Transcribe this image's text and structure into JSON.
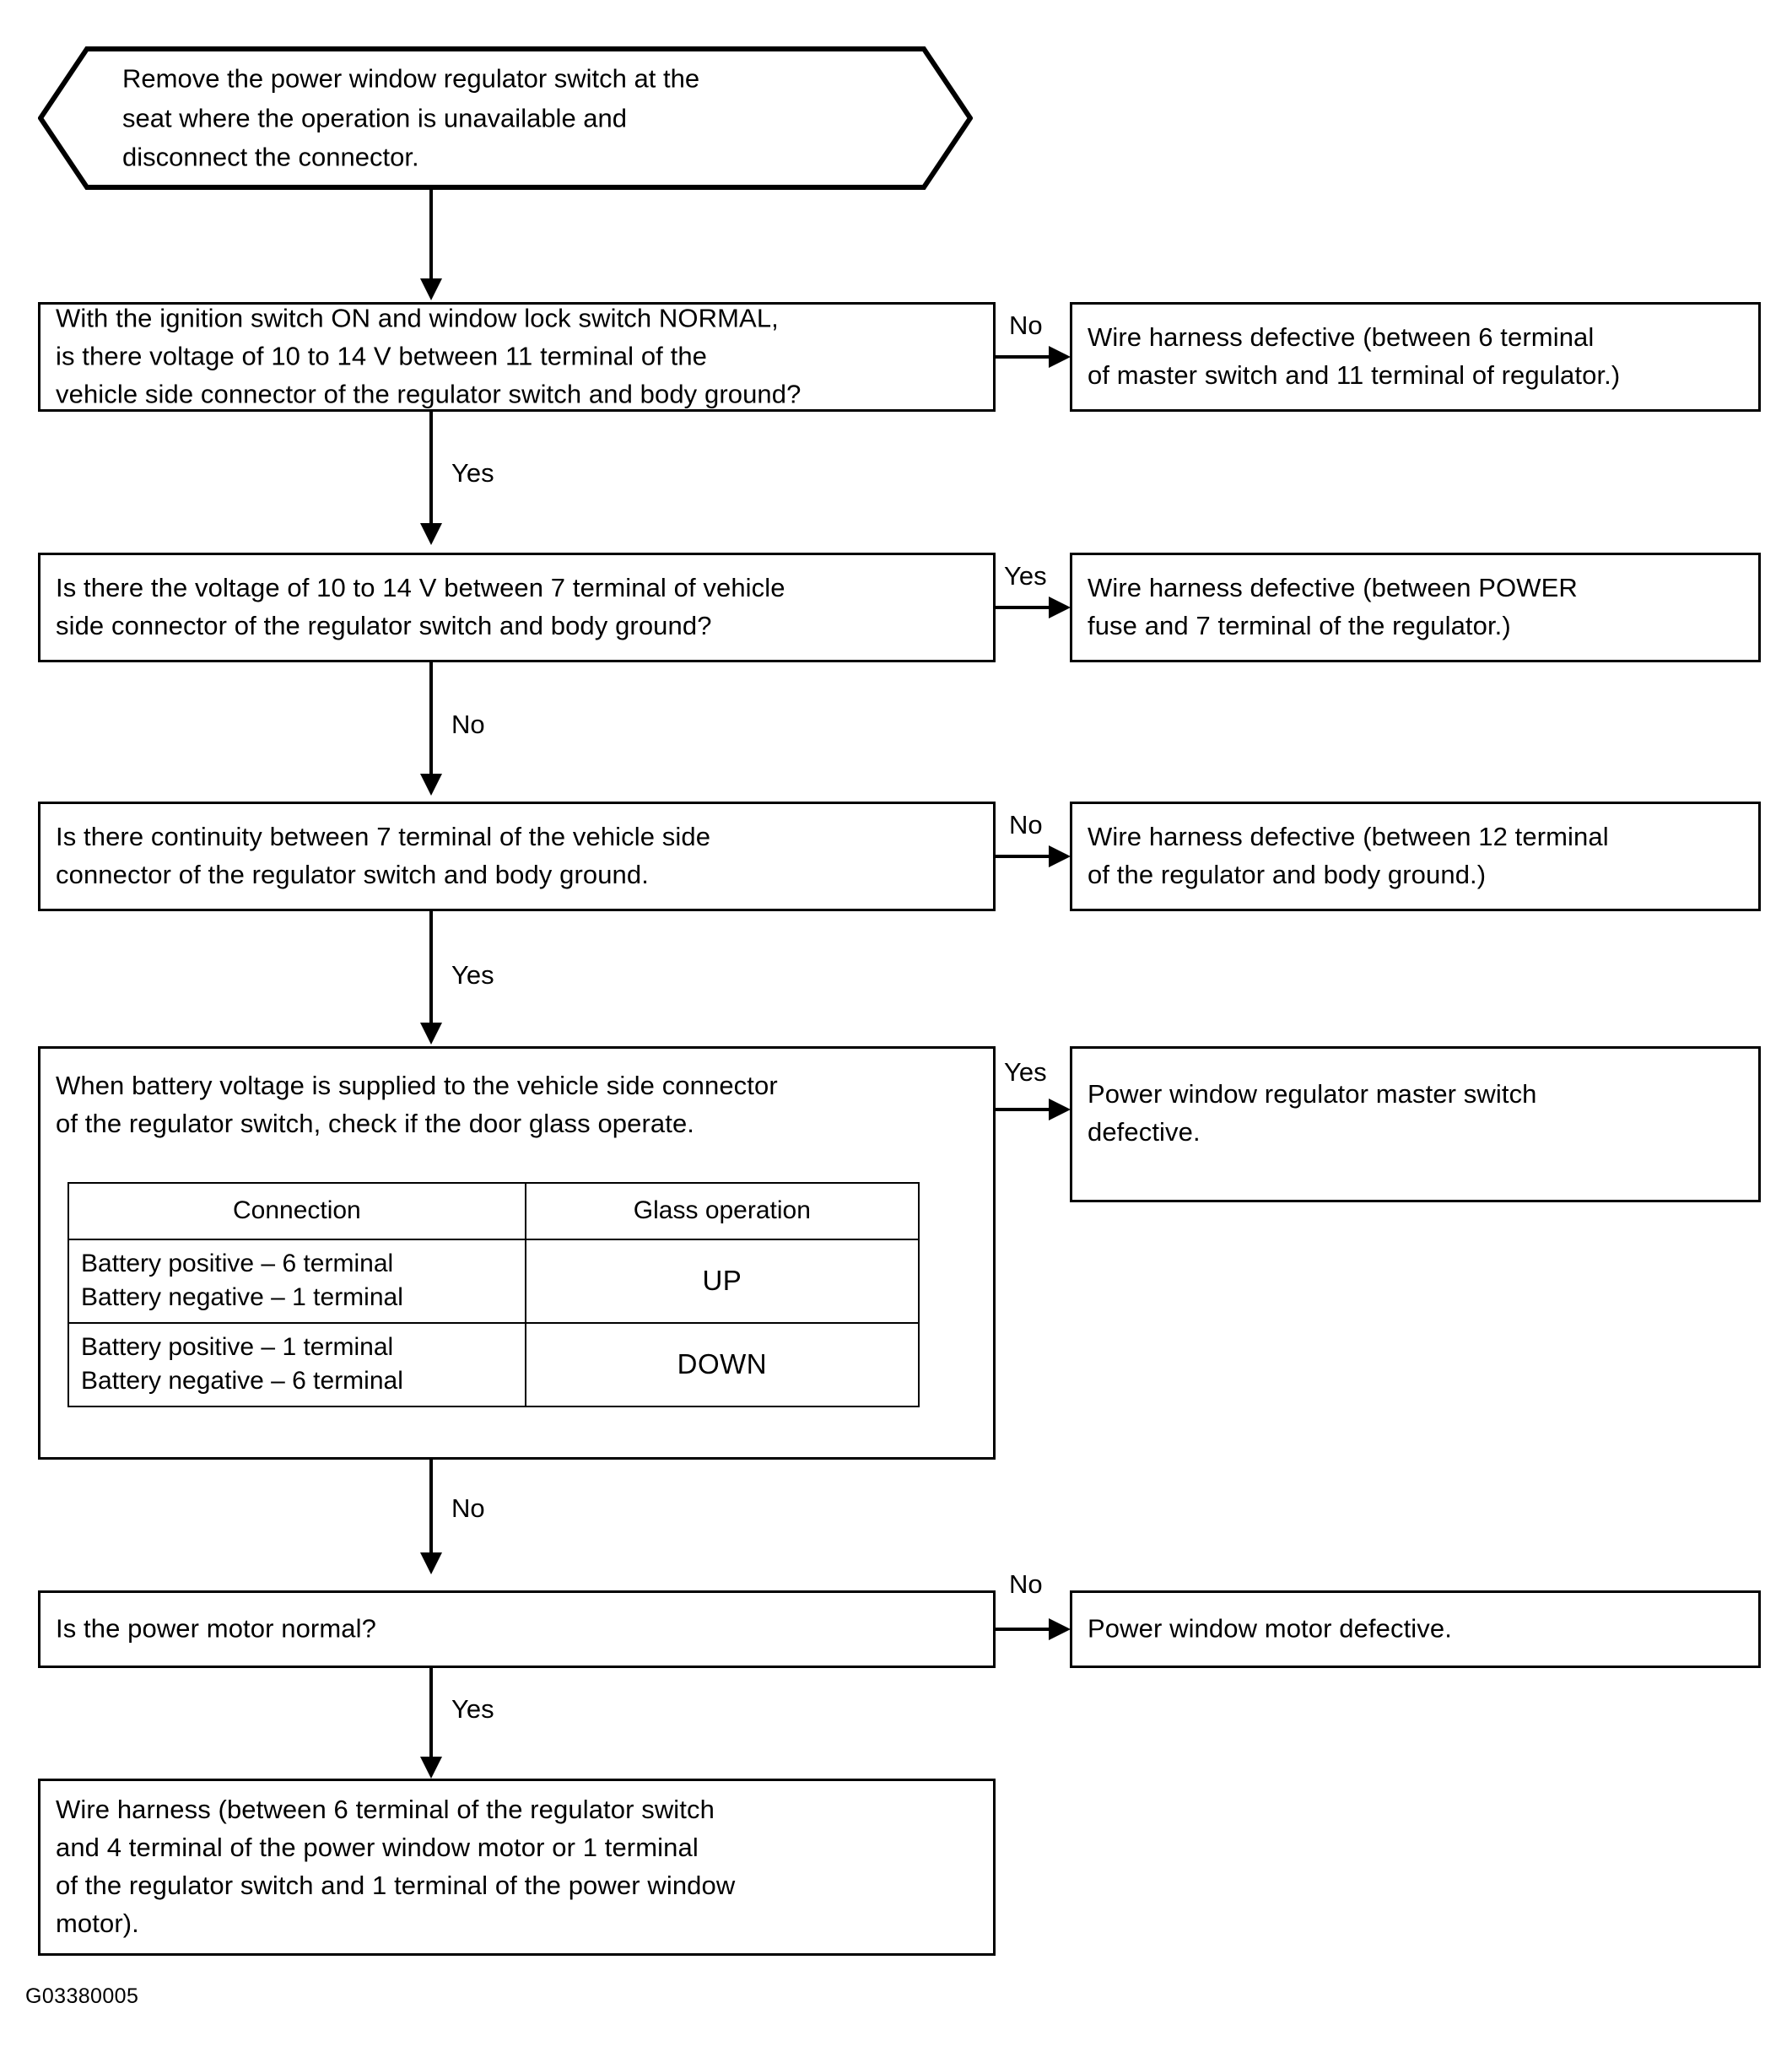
{
  "figure": {
    "id_label": "G03380005",
    "type": "troubleshooting-flowchart"
  },
  "nodes": {
    "start": {
      "shape": "terminator",
      "text": "Remove the power window regulator switch at the\nseat where the operation is unavailable and\ndisconnect the connector."
    },
    "q1": {
      "shape": "process",
      "text": "With the ignition switch ON and window lock switch NORMAL,\nis there voltage of 10 to 14 V between 11 terminal of the\nvehicle side connector of the regulator switch and body ground?"
    },
    "r1": {
      "shape": "process",
      "text": "Wire harness defective (between 6 terminal\nof master switch and 11 terminal of regulator.)"
    },
    "q2": {
      "shape": "process",
      "text": "Is there the voltage of 10 to 14 V between 7 terminal of vehicle\nside connector of the regulator switch and body ground?"
    },
    "r2": {
      "shape": "process",
      "text": "Wire harness defective (between POWER\nfuse and 7 terminal of the regulator.)"
    },
    "q3": {
      "shape": "process",
      "text": "Is there continuity between 7 terminal of the vehicle side\nconnector of the regulator switch and body ground."
    },
    "r3": {
      "shape": "process",
      "text": "Wire harness defective (between 12 terminal\nof the regulator and body ground.)"
    },
    "q4": {
      "shape": "process",
      "text": "When battery voltage is supplied to the vehicle side connector\nof the regulator switch, check if the door glass operate."
    },
    "r4": {
      "shape": "process",
      "text": "Power window regulator master switch\ndefective."
    },
    "q5": {
      "shape": "process",
      "text": "Is the power motor normal?"
    },
    "r5": {
      "shape": "process",
      "text": "Power window motor defective."
    },
    "end": {
      "shape": "process",
      "text": "Wire harness (between 6 terminal of the regulator switch\nand 4 terminal of the power window motor or 1 terminal\nof the regulator switch and 1 terminal of the power window\nmotor)."
    }
  },
  "edges": {
    "q1_branch_right": "No",
    "q1_branch_down": "Yes",
    "q2_branch_right": "Yes",
    "q2_branch_down": "No",
    "q3_branch_right": "No",
    "q3_branch_down": "Yes",
    "q4_branch_right": "Yes",
    "q4_branch_down": "No",
    "q5_branch_right": "No",
    "q5_branch_down": "Yes"
  },
  "glass_table": {
    "headers": [
      "Connection",
      "Glass operation"
    ],
    "rows": [
      {
        "connection": "Battery positive – 6 terminal\nBattery negative – 1 terminal",
        "operation": "UP"
      },
      {
        "connection": "Battery positive – 1 terminal\nBattery negative – 6 terminal",
        "operation": "DOWN"
      }
    ]
  },
  "colors": {
    "stroke": "#000000",
    "background": "#ffffff"
  }
}
